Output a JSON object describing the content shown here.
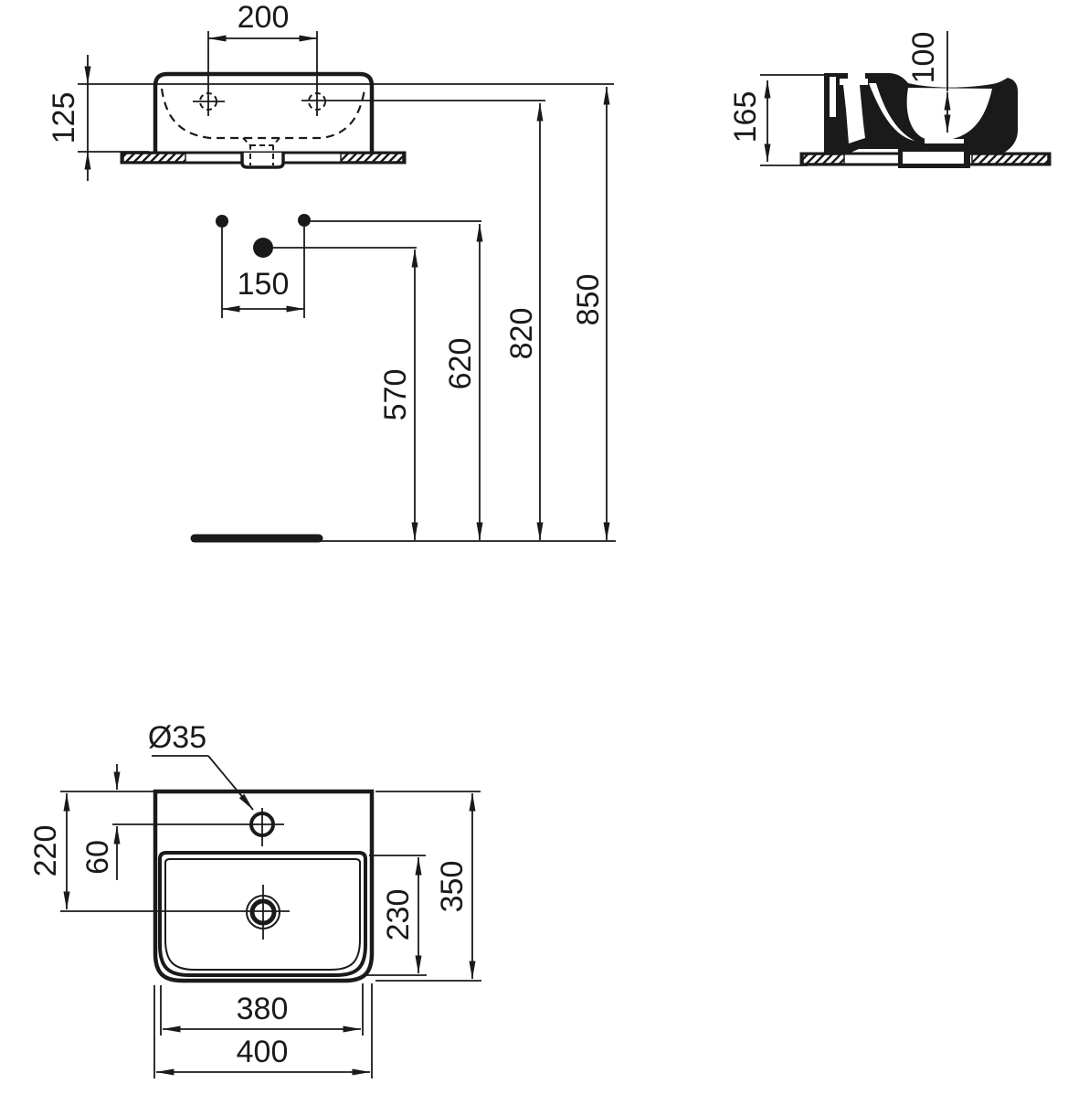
{
  "front_view": {
    "tap_hole_spacing": "200",
    "ledge_height": "125",
    "fixing_dot_spacing": "150",
    "outlet_height": "570",
    "supply_line_height": "620",
    "tap_hole_height": "820",
    "rim_height": "850"
  },
  "side_view": {
    "overall_depth_height": "165",
    "bowl_inner_depth": "100"
  },
  "plan_view": {
    "tap_hole_diameter": "Ø35",
    "front_edge_to_drain": "220",
    "front_edge_to_hole": "60",
    "bowl_inner_depth": "230",
    "overall_depth": "350",
    "bowl_inner_width": "380",
    "overall_width": "400"
  },
  "colors": {
    "ink": "#1a1a1a",
    "paper": "#ffffff"
  }
}
